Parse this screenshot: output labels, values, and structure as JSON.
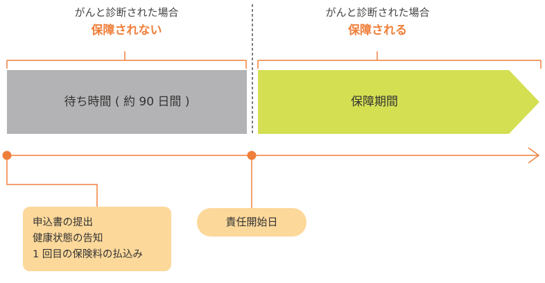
{
  "left_section": {
    "caption": "がんと診断された場合",
    "status": "保障されない",
    "bar_label": "待ち時間 ( 約 90 日間 )"
  },
  "right_section": {
    "caption": "がんと診断された場合",
    "status": "保障される",
    "bar_label": "保障期間"
  },
  "notes": {
    "application_lines": [
      "申込書の提出",
      "健康状態の告知",
      "1 回目の保険料の払込み"
    ],
    "start_date": "責任開始日"
  },
  "colors": {
    "accent": "#ef7f3a",
    "waiting_bar": "#b3b3b5",
    "coverage_bar": "#d4df52",
    "note_fill": "#fcd89a",
    "divider": "#555555"
  }
}
